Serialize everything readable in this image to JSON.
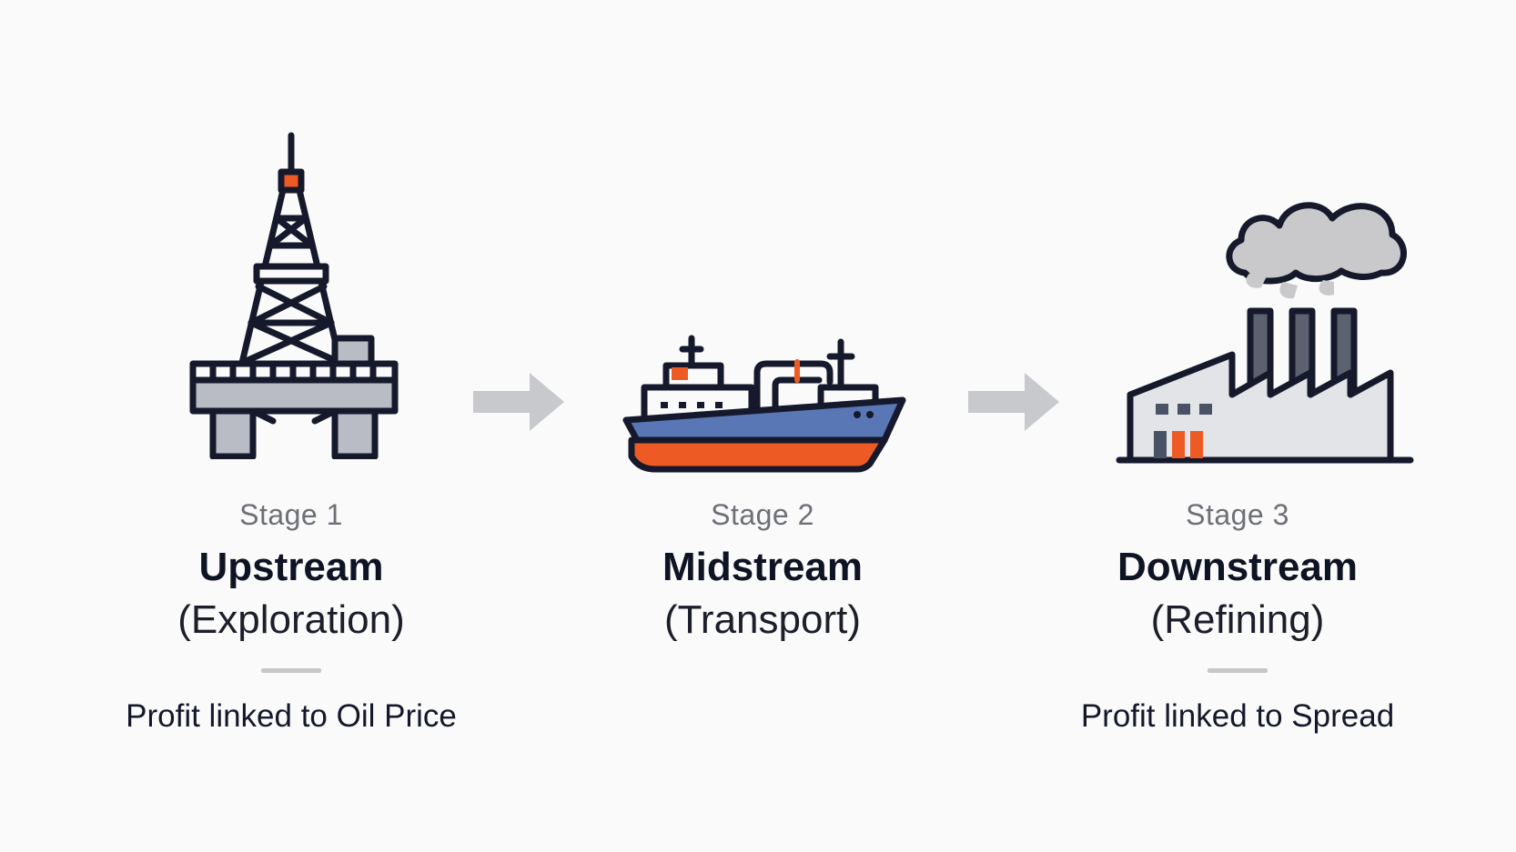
{
  "colors": {
    "navy": "#15192b",
    "accent_orange": "#ee5a24",
    "ship_blue": "#5877b4",
    "steel_gray": "#b9bcc4",
    "arrow_gray": "#c7c9cc",
    "smoke_gray": "#c9c9cc"
  },
  "arrows": [
    {
      "icon": "right-arrow-icon"
    },
    {
      "icon": "right-arrow-icon"
    }
  ],
  "stages": [
    {
      "icon": "oil-rig-icon",
      "number": "Stage 1",
      "name": "Upstream",
      "description": "(Exploration)",
      "note": "Profit linked to Oil Price"
    },
    {
      "icon": "tanker-ship-icon",
      "number": "Stage 2",
      "name": "Midstream",
      "description": "(Transport)",
      "note": ""
    },
    {
      "icon": "refinery-factory-icon",
      "number": "Stage 3",
      "name": "Downstream",
      "description": "(Refining)",
      "note": "Profit linked to Spread"
    }
  ]
}
